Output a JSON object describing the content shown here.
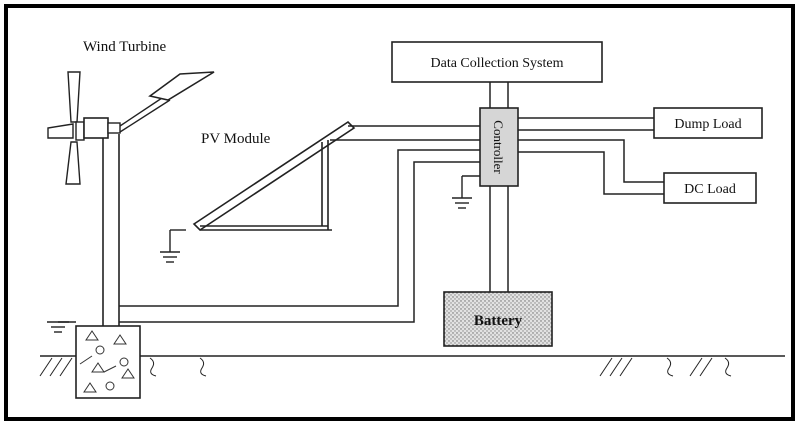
{
  "labels": {
    "wind_turbine": "Wind Turbine",
    "pv_module": "PV Module",
    "data_collection": "Data Collection System",
    "controller": "Controller",
    "dump_load": "Dump Load",
    "dc_load": "DC Load",
    "battery": "Battery"
  },
  "colors": {
    "border": "#000000",
    "line": "#222222",
    "controller_fill": "#d6d6d6",
    "battery_fill": "#d9d9d9"
  }
}
